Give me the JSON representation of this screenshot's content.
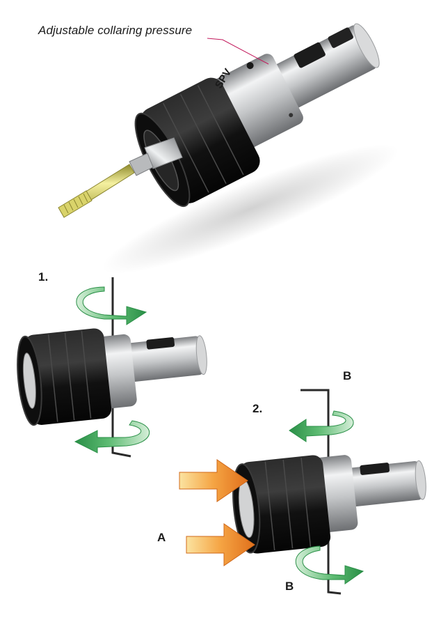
{
  "annotation": {
    "caption": "Adjustable collaring pressure"
  },
  "steps": {
    "step1": "1.",
    "step2": "2."
  },
  "markers": {
    "b_top": "B",
    "b_bottom": "B",
    "a_left": "A"
  },
  "brand": {
    "logo_text": "SPV"
  },
  "colors": {
    "sleeve": "#141414",
    "steel": "#c9cacb",
    "tap": "#e6e07a",
    "rotate_arrow": "#3aa35a",
    "push_arrow": "#f08a2a",
    "leader_line": "#c2185b"
  }
}
